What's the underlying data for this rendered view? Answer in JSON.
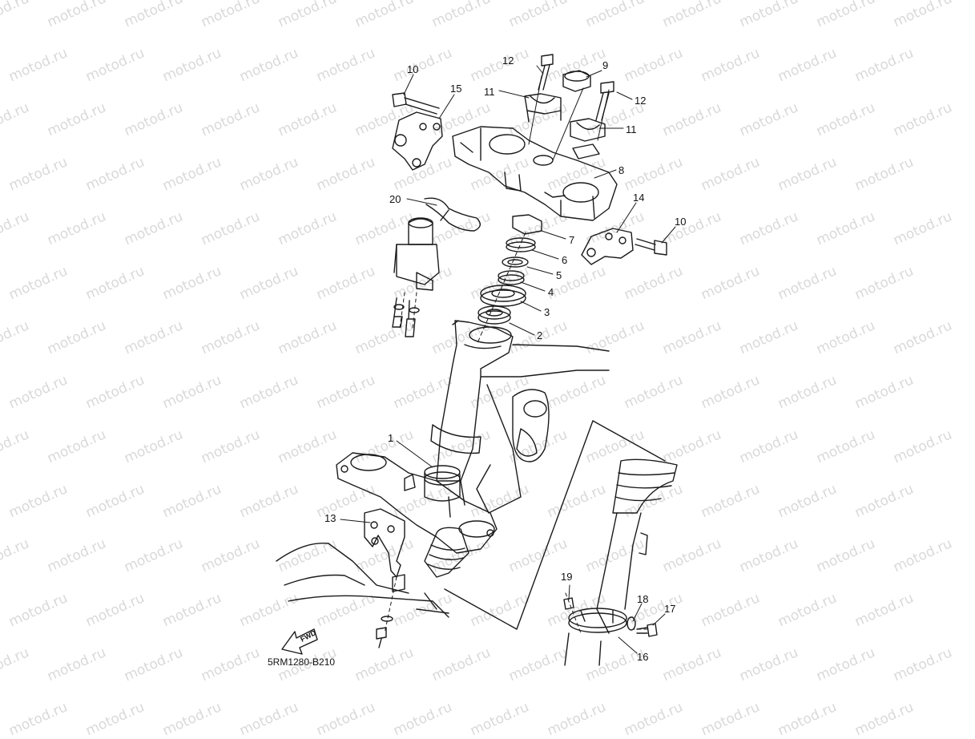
{
  "watermark": "motod.ru",
  "diagram_code": "5RM1280-B210",
  "fwd_label": "FWD",
  "colors": {
    "line": "#1a1a1a",
    "watermark": "#d9d9d9",
    "background": "#ffffff"
  },
  "callouts": [
    {
      "id": "c10a",
      "label": "10"
    },
    {
      "id": "c12a",
      "label": "12"
    },
    {
      "id": "c9",
      "label": "9"
    },
    {
      "id": "c15",
      "label": "15"
    },
    {
      "id": "c11a",
      "label": "11"
    },
    {
      "id": "c12b",
      "label": "12"
    },
    {
      "id": "c11b",
      "label": "11"
    },
    {
      "id": "c8",
      "label": "8"
    },
    {
      "id": "c20",
      "label": "20"
    },
    {
      "id": "c14",
      "label": "14"
    },
    {
      "id": "c10b",
      "label": "10"
    },
    {
      "id": "c7",
      "label": "7"
    },
    {
      "id": "c6",
      "label": "6"
    },
    {
      "id": "c5",
      "label": "5"
    },
    {
      "id": "c4",
      "label": "4"
    },
    {
      "id": "c3",
      "label": "3"
    },
    {
      "id": "c2",
      "label": "2"
    },
    {
      "id": "c1",
      "label": "1"
    },
    {
      "id": "c13",
      "label": "13"
    },
    {
      "id": "c19",
      "label": "19"
    },
    {
      "id": "c18",
      "label": "18"
    },
    {
      "id": "c17",
      "label": "17"
    },
    {
      "id": "c16",
      "label": "16"
    }
  ]
}
